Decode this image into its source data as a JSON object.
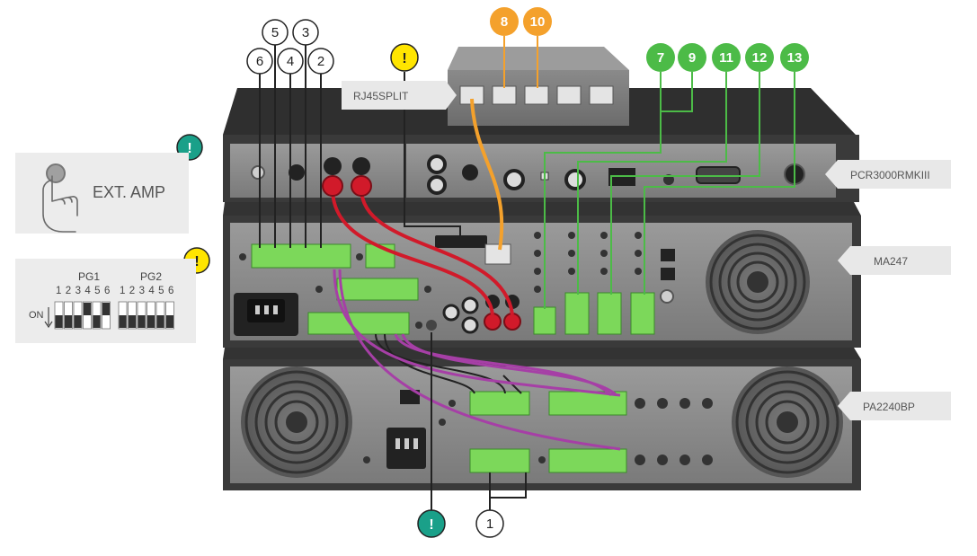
{
  "labels": {
    "rj45split": "RJ45SPLIT",
    "pcr": "PCR3000RMKIII",
    "ma": "MA247",
    "pa": "PA2240BP",
    "ext_amp": "EXT. AMP",
    "pg1": "PG1",
    "pg2": "PG2",
    "pg1_numbers": "1 2 3 4 5 6",
    "pg2_numbers": "1 2 3 4 5 6",
    "on": "ON"
  },
  "dip_switches": {
    "pg1_on": [
      true,
      true,
      true,
      false,
      true,
      false
    ],
    "pg2_on": [
      true,
      true,
      true,
      true,
      true,
      true
    ]
  },
  "numbers": {
    "n1": "1",
    "n2": "2",
    "n3": "3",
    "n4": "4",
    "n5": "5",
    "n6": "6",
    "n7": "7",
    "n8": "8",
    "n9": "9",
    "n10": "10",
    "n11": "11",
    "n12": "12",
    "n13": "13"
  },
  "warnings": {
    "symbol": "!"
  },
  "colors": {
    "orange": "#f4a12c",
    "green": "#4cbb47",
    "teal": "#1aa089",
    "yellow": "#ffe500",
    "red_cable": "#d11a2a",
    "purple_cable": "#a63fa6",
    "terminal_green": "#7cd85a",
    "device_dark": "#3a3a3a",
    "panel_grey": "#8c8c8c"
  }
}
